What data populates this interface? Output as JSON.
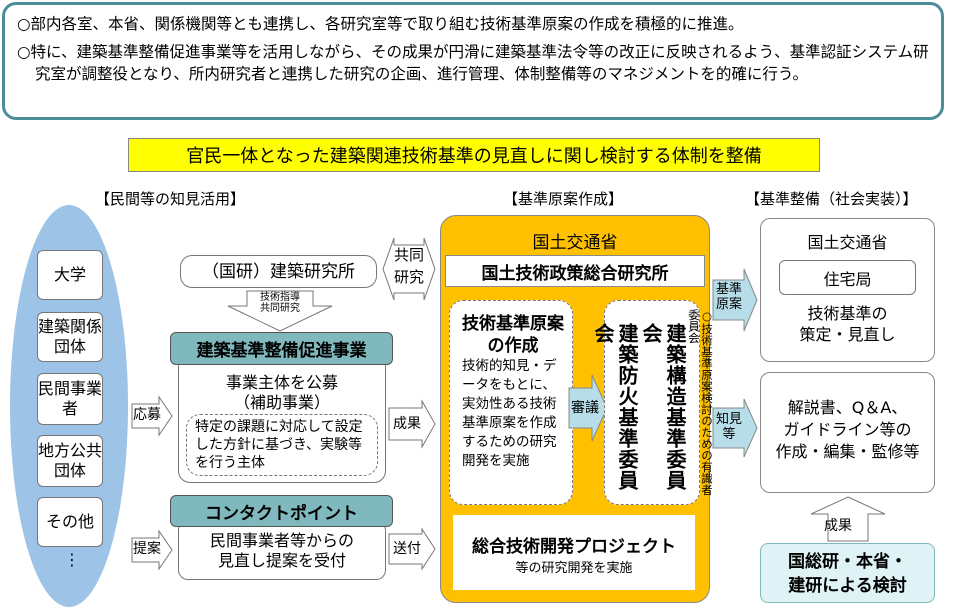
{
  "summary": {
    "bullets": [
      "○部内各室、本省、関係機関等とも連携し、各研究室等で取り組む技術基準原案の作成を積極的に推進。",
      "○特に、建築基準整備促進事業等を活用しながら、その成果が円滑に建築基準法令等の改正に反映されるよう、基準認証システム研究室が調整役となり、所内研究者と連携した研究の企画、進行管理、体制整備等のマネジメントを的確に行う。"
    ]
  },
  "banner": "官民一体となった建築関連技術基準の見直しに関し検討する体制を整備",
  "sections": {
    "private": "【民間等の知見活用】",
    "draft": "【基準原案作成】",
    "implement": "【基準整備（社会実装）】"
  },
  "private": {
    "entities": [
      "大学",
      "建築関係団体",
      "民間事業者",
      "地方公共団体",
      "その他"
    ],
    "ellipsis": "⋮"
  },
  "arrows": {
    "apply": "応募",
    "propose": "提案",
    "results1": "成果",
    "send": "送付",
    "joint": "共同研究",
    "guidance": [
      "技術指導",
      "共同研究"
    ],
    "deliberation": "審議",
    "draft_standard": "基準原案",
    "knowledge": "知見等",
    "results2": "成果"
  },
  "bri": "（国研）建築研究所",
  "promotion": {
    "title": "建築基準整備促進事業",
    "line1": "事業主体を公募",
    "line2": "（補助事業）",
    "detail": "特定の課題に対応して設定した方針に基づき、実験等を行う主体"
  },
  "contact": {
    "title": "コンタクトポイント",
    "text1": "民間事業者等からの",
    "text2": "見直し提案を受付"
  },
  "mlit_center": {
    "label": "国土交通省",
    "nilim": "国土技術政策総合研究所",
    "draft_title": "技術基準原案の作成",
    "draft_body": "技術的知見・データをもとに、実効性ある技術基準原案を作成するための研究開発を実施",
    "committee_note": "○技術基準原案検討のための有識者委員会",
    "committee1": "建築構造基準委員会",
    "committee2": "建築防火基準委員会",
    "project_title": "総合技術開発プロジェクト",
    "project_sub": "等の研究開発を実施"
  },
  "mlit_right": {
    "label": "国土交通省",
    "bureau": "住宅局",
    "text1": "技術基準の",
    "text2": "策定・見直し"
  },
  "guides": {
    "text1": "解説書、Q＆A、",
    "text2": "ガイドライン等の",
    "text3": "作成・編集・監修等"
  },
  "review": {
    "text1": "国総研・本省・",
    "text2": "建研による検討"
  }
}
